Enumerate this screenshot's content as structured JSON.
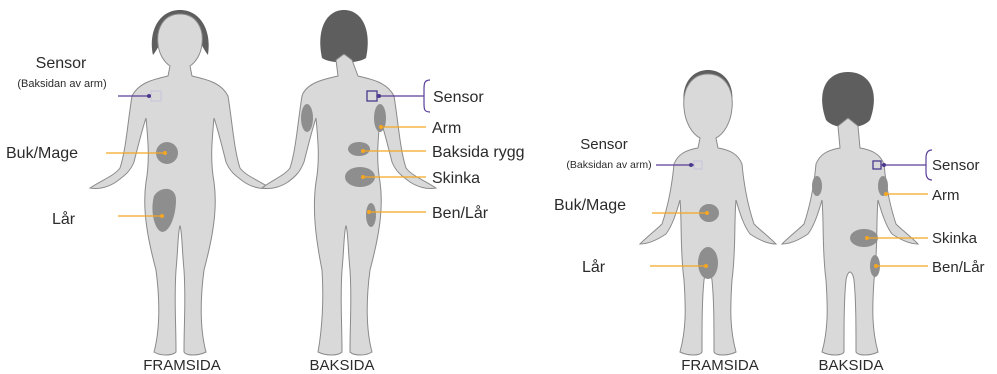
{
  "adult": {
    "front": {
      "title": "FRAMSIDA",
      "sensor_label": "Sensor",
      "sensor_sub": "(Baksidan av arm)",
      "abdomen": "Buk/Mage",
      "thigh": "Lår"
    },
    "back": {
      "title": "BAKSIDA",
      "sensor_label": "Sensor",
      "arm": "Arm",
      "back": "Baksida rygg",
      "buttock": "Skinka",
      "leg": "Ben/Lår"
    }
  },
  "child": {
    "front": {
      "title": "FRAMSIDA",
      "sensor_label": "Sensor",
      "sensor_sub": "(Baksidan av arm)",
      "abdomen": "Buk/Mage",
      "thigh": "Lår"
    },
    "back": {
      "title": "BAKSIDA",
      "sensor_label": "Sensor",
      "arm": "Arm",
      "buttock": "Skinka",
      "leg": "Ben/Lår"
    }
  },
  "colors": {
    "body": "#d9d9d9",
    "hair": "#5e5e5e",
    "site": "#8e8e8e",
    "lead_orange": "#f5a623",
    "lead_purple": "#5a3f99"
  }
}
